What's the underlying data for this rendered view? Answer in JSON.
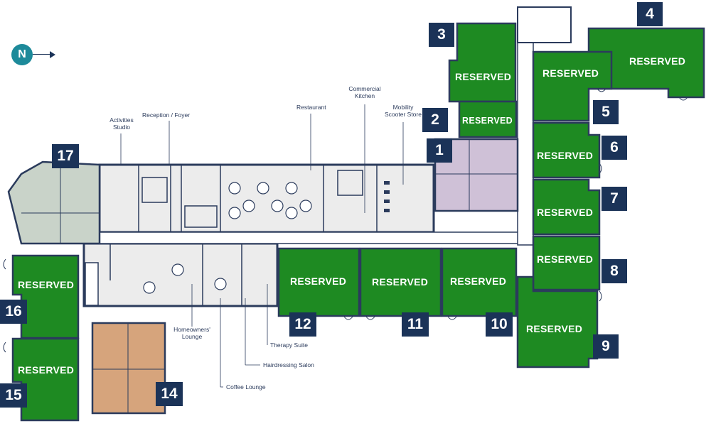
{
  "compass": {
    "letter": "N",
    "icon": "north-arrow-icon"
  },
  "colors": {
    "reserved": "#1e8a22",
    "badge": "#1b3358",
    "communal": "#ececec",
    "apartment_1": "#cfc1d7",
    "apartment_14": "#d6a47c",
    "apartment_17": "#c9d3c9",
    "wall": "#2b3b5c"
  },
  "room_labels": {
    "activities_studio": "Activities\nStudio",
    "reception": "Reception / Foyer",
    "restaurant": "Restaurant",
    "commercial_kitchen": "Commercial\nKitchen",
    "mobility_store": "Mobility\nScooter Store",
    "homeowners_lounge": "Homeowners'\nLounge",
    "therapy_suite": "Therapy Suite",
    "hairdressing_salon": "Hairdressing Salon",
    "coffee_lounge": "Coffee Lounge"
  },
  "units": [
    {
      "number": "1",
      "status": ""
    },
    {
      "number": "2",
      "status": "RESERVED"
    },
    {
      "number": "3",
      "status": "RESERVED"
    },
    {
      "number": "4",
      "status": "RESERVED"
    },
    {
      "number": "5",
      "status": "RESERVED"
    },
    {
      "number": "6",
      "status": "RESERVED"
    },
    {
      "number": "7",
      "status": "RESERVED"
    },
    {
      "number": "8",
      "status": "RESERVED"
    },
    {
      "number": "9",
      "status": "RESERVED"
    },
    {
      "number": "10",
      "status": "RESERVED"
    },
    {
      "number": "11",
      "status": "RESERVED"
    },
    {
      "number": "12",
      "status": "RESERVED"
    },
    {
      "number": "14",
      "status": ""
    },
    {
      "number": "15",
      "status": "RESERVED"
    },
    {
      "number": "16",
      "status": "RESERVED"
    },
    {
      "number": "17",
      "status": ""
    }
  ]
}
